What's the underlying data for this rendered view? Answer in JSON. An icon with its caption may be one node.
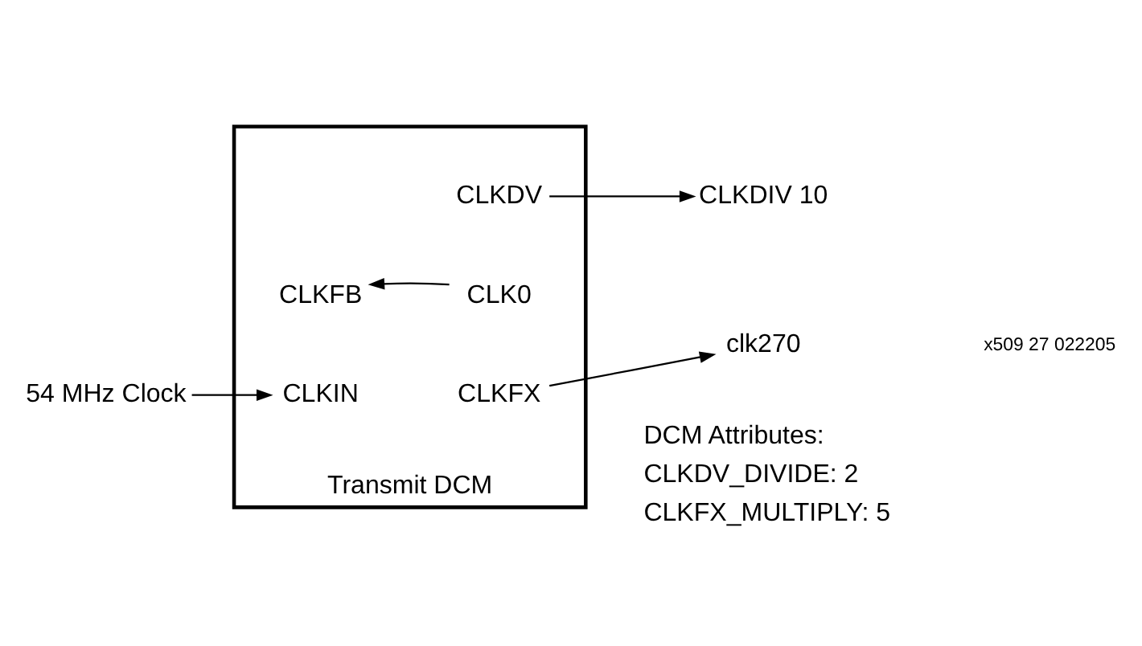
{
  "diagram": {
    "nodes": [
      {
        "text": [
          "Transmit DCM"
        ]
      },
      {
        "text": [
          "CLKFB"
        ],
        "in": 0
      },
      {
        "text": [
          "CLK0"
        ],
        "in": 0
      },
      {
        "text": [
          "CLKIN"
        ],
        "in": 0
      },
      {
        "text": [
          "CLKDV"
        ],
        "in": 0
      },
      {
        "text": [
          "CLKFX"
        ],
        "in": 0
      },
      {
        "text": [
          "54 MHz Clock"
        ]
      },
      {
        "text": [
          "CLKDIV 10"
        ]
      },
      {
        "text": [
          "clk270"
        ]
      }
    ],
    "edges": [
      {
        "from": 2,
        "to": 1,
        "arrow": "to"
      },
      {
        "from": 6,
        "to": 3,
        "arrow": "to"
      },
      {
        "from": 4,
        "to": 7,
        "arrow": "to"
      },
      {
        "from": 5,
        "to": 8,
        "arrow": "to"
      }
    ],
    "labels": [
      "DCM Attributes:",
      "CLKDV_DIVIDE: 2",
      "CLKFX_MULTIPLY: 5",
      "x509 27 022205"
    ]
  }
}
